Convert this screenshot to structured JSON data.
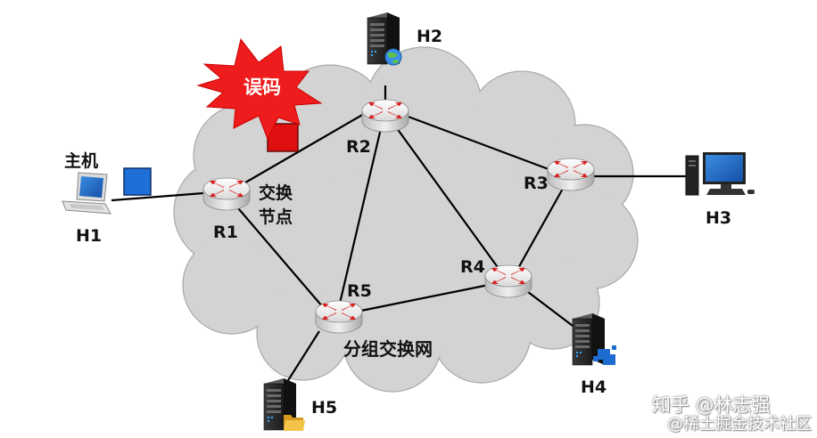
{
  "hosts": {
    "h1": {
      "label": "H1",
      "caption": "主机"
    },
    "h2": {
      "label": "H2"
    },
    "h3": {
      "label": "H3"
    },
    "h4": {
      "label": "H4"
    },
    "h5": {
      "label": "H5"
    }
  },
  "routers": {
    "r1": {
      "label": "R1"
    },
    "r2": {
      "label": "R2"
    },
    "r3": {
      "label": "R3"
    },
    "r4": {
      "label": "R4"
    },
    "r5": {
      "label": "R5"
    }
  },
  "annotations": {
    "switch_node_line1": "交换",
    "switch_node_line2": "节点",
    "network_label": "分组交换网",
    "error_label": "误码"
  },
  "colors": {
    "cloud": "#d3d3d3",
    "packet_ok": "#1e6fd6",
    "packet_error": "#e01010",
    "burst": "#ee1c1c",
    "router_arrow": "#d82020"
  },
  "watermark": {
    "line1": "知乎 @林志强",
    "line2": "@稀土掘金技术社区"
  }
}
